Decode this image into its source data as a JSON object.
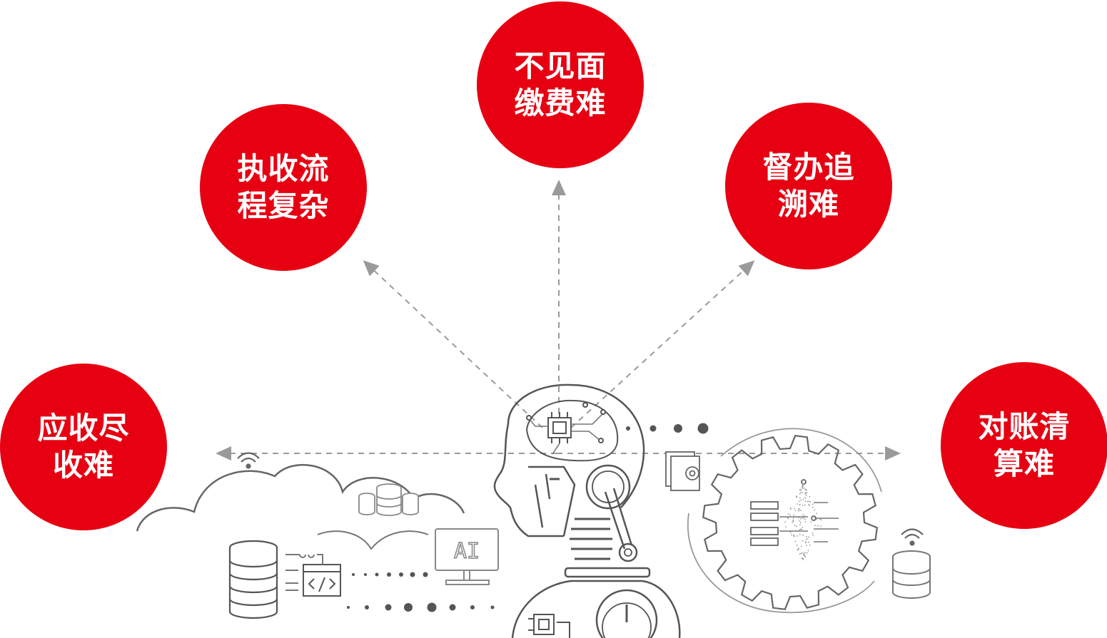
{
  "bubble_color": "#e60012",
  "line_color": "#555555",
  "arrow_color": "#999999",
  "bubbles": [
    {
      "id": "top",
      "label": "不见面\n缴费难"
    },
    {
      "id": "upper-left",
      "label": "执收流\n程复杂"
    },
    {
      "id": "upper-right",
      "label": "督办追\n溯难"
    },
    {
      "id": "left",
      "label": "应收尽\n收难"
    },
    {
      "id": "right",
      "label": "对账清\n算难"
    }
  ],
  "illustration": {
    "monitor_text": "AI",
    "icons": [
      "cloud-icon",
      "wifi-icon",
      "database-icon",
      "code-window-icon",
      "robot-head-icon",
      "chip-icon",
      "gear-icon",
      "server-icon",
      "document-gear-icon"
    ]
  }
}
